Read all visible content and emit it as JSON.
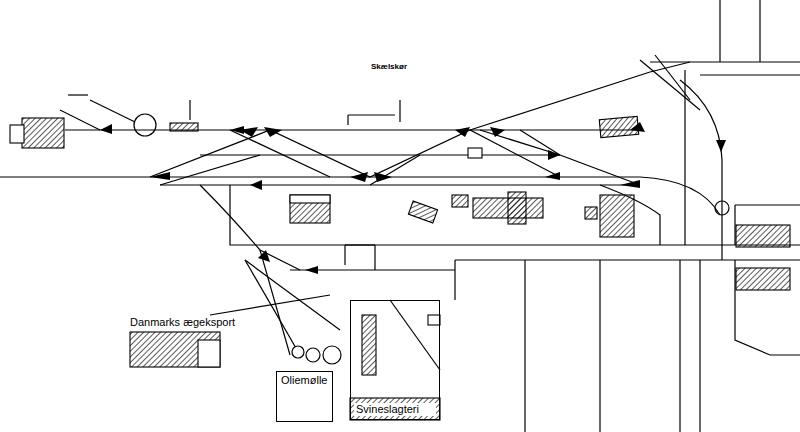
{
  "diagram": {
    "nodes": [
      {
        "text": [
          "Danmarks ægeksport"
        ]
      },
      {
        "text": [
          "Oliemølle"
        ]
      },
      {
        "text": [
          "Svineslagteri"
        ]
      }
    ],
    "labels": [
      "Skælskør"
    ]
  }
}
